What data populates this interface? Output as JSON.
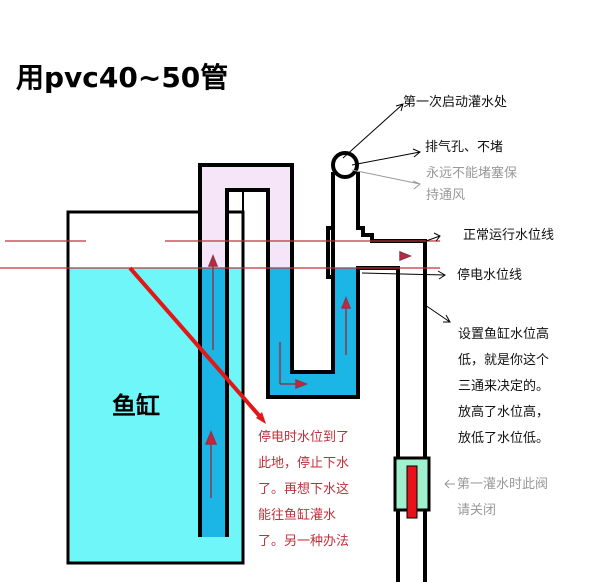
{
  "title": "用pvc40~50管",
  "tank_label": "鱼缸",
  "labels": {
    "first_fill": "第一次启动灌水处",
    "vent": "排气孔、不堵",
    "vent_note": [
      "永远不能堵塞保",
      "持通风"
    ],
    "normal_level": "正常运行水位线",
    "power_off_level": "停电水位线",
    "tee_note": [
      "设置鱼缸水位高",
      "低，就是你这个",
      "三通来决定的。",
      "放高了水位高，",
      "放低了水位低。"
    ],
    "valve_note": [
      "第一灌水时此阀",
      "请关闭"
    ],
    "power_off_note": [
      "停电时水位到了",
      "此地，停止下水",
      "了。再想下水这",
      "能往鱼缸灌水",
      "了。另一种办法"
    ]
  },
  "colors": {
    "tank_water": "#6ff6f8",
    "pipe_water": "#1cb6e6",
    "air": "#f6e4f8",
    "valve": "#9ff0cc",
    "valve_core": "#e8121c",
    "level_line": "#c0303a"
  }
}
